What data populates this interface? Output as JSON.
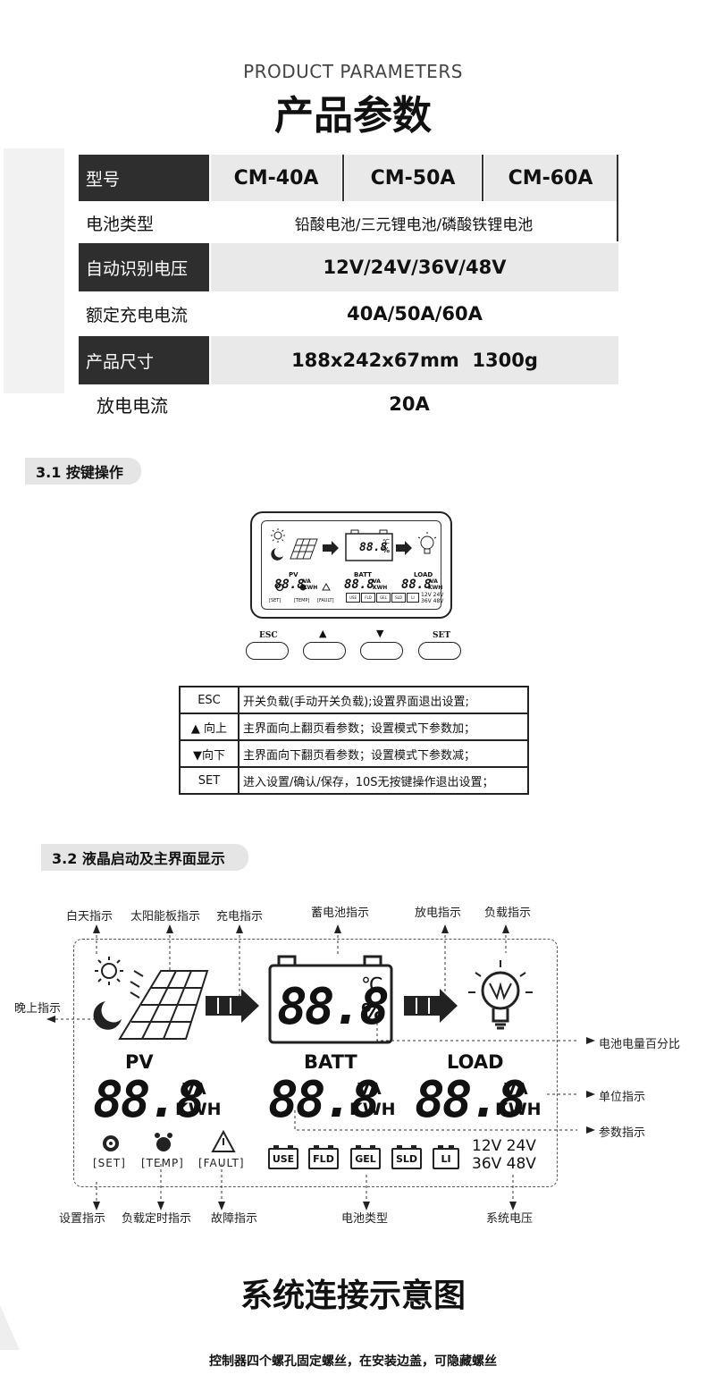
{
  "header": {
    "title_en": "PRODUCT PARAMETERS",
    "title_cn": "产品参数"
  },
  "params": {
    "models": [
      "CM-40A",
      "CM-50A",
      "CM-60A"
    ],
    "rows": [
      {
        "label": "型号"
      },
      {
        "label": "电池类型",
        "value": "铅酸电池/三元锂电池/磷酸铁锂电池"
      },
      {
        "label": "自动识别电压",
        "value": "12V/24V/36V/48V"
      },
      {
        "label": "额定充电电流",
        "value": "40A/50A/60A"
      },
      {
        "label": "产品尺寸",
        "value": "188x242x67mm  1300g"
      },
      {
        "label": "放电电流",
        "value": "20A"
      }
    ]
  },
  "section_keys": {
    "title": "3.1 按键操作"
  },
  "lcd_small": {
    "digits": "88.8",
    "pct_unit": "%",
    "deg_unit": "℃",
    "labels": {
      "pv": "PV",
      "batt": "BATT",
      "load": "LOAD"
    },
    "va": "VA",
    "kwh": "KWH",
    "set": "[SET]",
    "temp": "[TEMP]",
    "fault": "[FAULT]",
    "battery_types": [
      "USE",
      "FLD",
      "GEL",
      "SLD",
      "LI"
    ],
    "volt_row1": "12V 24V",
    "volt_row2": "36V 48V"
  },
  "buttons": {
    "esc": "ESC",
    "up": "▲",
    "down": "▼",
    "set": "SET"
  },
  "key_table": [
    {
      "key": "ESC",
      "desc": "开关负载(手动开关负载);设置界面退出设置;"
    },
    {
      "key": "▲ 向上",
      "desc": "主界面向上翻页看参数；设置模式下参数加；"
    },
    {
      "key": "▼向下",
      "desc": "主界面向下翻页看参数；设置模式下参数减；"
    },
    {
      "key": "SET",
      "desc": "进入设置/确认/保存，10S无按键操作退出设置；"
    }
  ],
  "section_lcd": {
    "title": "3.2 液晶启动及主界面显示"
  },
  "lcd_big": {
    "digits": "88.8",
    "pct_unit": "%",
    "deg_unit": "℃",
    "labels": {
      "pv": "PV",
      "batt": "BATT",
      "load": "LOAD"
    },
    "va": "VA",
    "kwh": "KWH",
    "set": "[SET]",
    "temp": "[TEMP]",
    "fault": "[FAULT]",
    "battery_types": [
      "USE",
      "FLD",
      "GEL",
      "SLD",
      "LI"
    ],
    "volt_row1": "12V 24V",
    "volt_row2": "36V 48V"
  },
  "annotations": {
    "daytime": "白天指示",
    "solar": "太阳能板指示",
    "charging": "充电指示",
    "battery": "蓄电池指示",
    "discharge": "放电指示",
    "load": "负载指示",
    "night": "晚上指示",
    "battery_pct": "电池电量百分比",
    "unit": "单位指示",
    "param": "参数指示",
    "setting": "设置指示",
    "load_timer": "负载定时指示",
    "fault": "故障指示",
    "battery_type": "电池类型",
    "system_voltage": "系统电压"
  },
  "system": {
    "title": "系统连接示意图",
    "note": "控制器四个螺孔固定螺丝，在安装边盖，可隐藏螺丝"
  },
  "colors": {
    "dark": "#2e2e2e",
    "band": "#e9e9e9",
    "pill": "#e5e5e5"
  }
}
